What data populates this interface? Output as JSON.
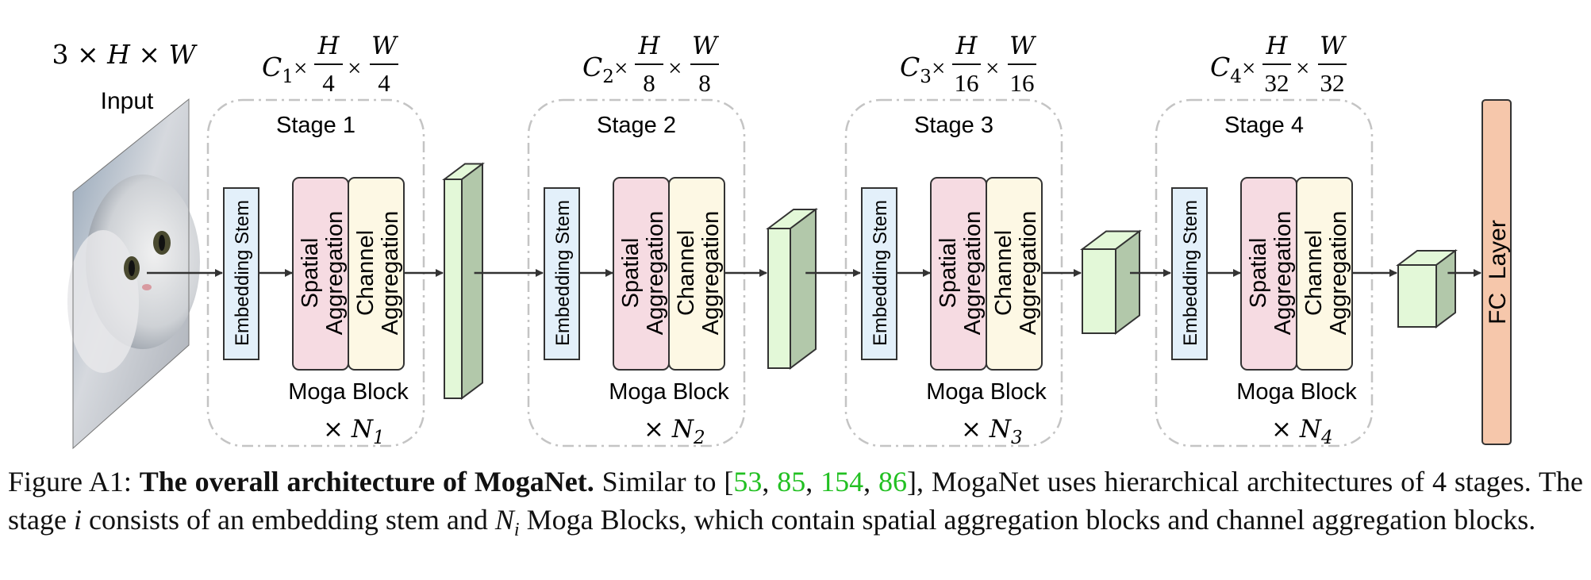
{
  "input": {
    "shape_label": [
      "3 × ",
      "H",
      " × ",
      "W"
    ],
    "label": "Input"
  },
  "stages": [
    {
      "title": "Stage 1",
      "channel": "C",
      "sub": "1",
      "h_den": "4",
      "w_den": "4",
      "repeat": "N",
      "repeat_sub": "1"
    },
    {
      "title": "Stage 2",
      "channel": "C",
      "sub": "2",
      "h_den": "8",
      "w_den": "8",
      "repeat": "N",
      "repeat_sub": "2"
    },
    {
      "title": "Stage 3",
      "channel": "C",
      "sub": "3",
      "h_den": "16",
      "w_den": "16",
      "repeat": "N",
      "repeat_sub": "3"
    },
    {
      "title": "Stage 4",
      "channel": "C",
      "sub": "4",
      "h_den": "32",
      "w_den": "32",
      "repeat": "N",
      "repeat_sub": "4"
    }
  ],
  "frac_numerators": {
    "h": "H",
    "w": "W"
  },
  "blocks": {
    "embedding": "Embedding Stem",
    "spatial": [
      "Spatial",
      "Aggregation"
    ],
    "channel": [
      "Channel",
      "Aggregation"
    ],
    "moga": "Moga Block",
    "times": "×"
  },
  "fc_layer": "FC  Layer",
  "colors": {
    "embedding_fill": "#e3f0fa",
    "spatial_fill": "#f6dbe2",
    "channel_fill": "#fdf8e4",
    "feature_front": "#e3f8d8",
    "feature_side": "#b2c8aa",
    "fc_fill": "#f6c7ab",
    "stage_border": "#c4c4c4",
    "citation": "#22c022"
  },
  "caption": {
    "prefix": "Figure A1: ",
    "title": "The overall architecture of MogaNet.",
    "part1": " Similar to [",
    "cites": [
      "53",
      "85",
      "154",
      "86"
    ],
    "part2": "], MogaNet uses hierarchical architectures of 4 stages. The stage ",
    "var_i": "i",
    "part3": " consists of an embedding stem and ",
    "var_N": "N",
    "var_N_sub": "i",
    "part4": " Moga Blocks, which contain spatial aggregation blocks and channel aggregation blocks."
  }
}
